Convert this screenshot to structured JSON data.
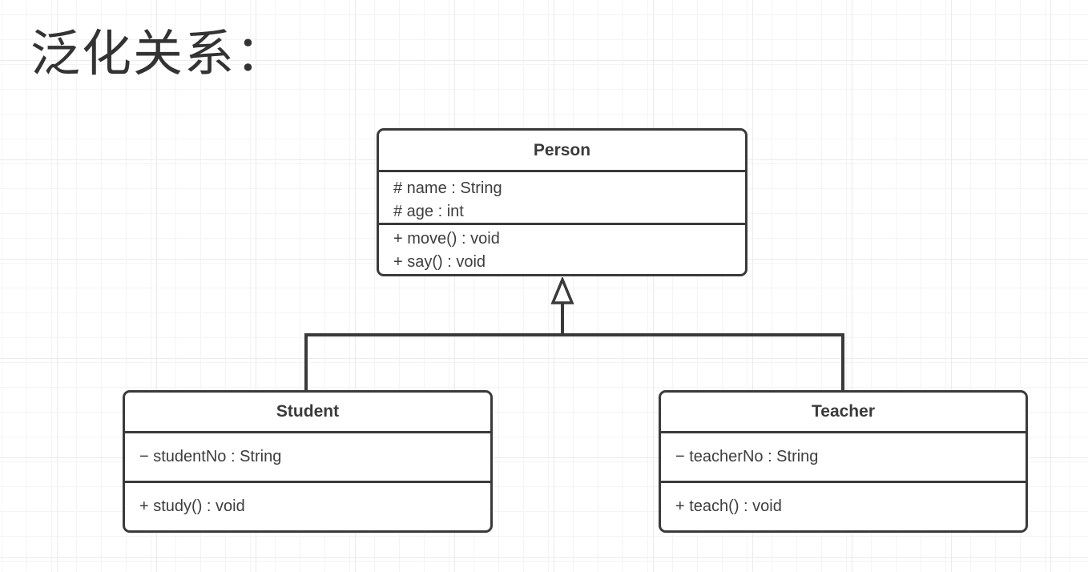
{
  "canvas": {
    "title": "泛化关系："
  },
  "diagram": {
    "relation": {
      "type": "generalization",
      "parent": "Person",
      "children": [
        "Student",
        "Teacher"
      ]
    },
    "classes": [
      {
        "name": "Person",
        "attributes": [
          "# name : String",
          "# age : int"
        ],
        "methods": [
          "+ move() : void",
          "+ say() : void"
        ]
      },
      {
        "name": "Student",
        "attributes": [
          "− studentNo : String"
        ],
        "methods": [
          "+ study() : void"
        ]
      },
      {
        "name": "Teacher",
        "attributes": [
          "− teacherNo : String"
        ],
        "methods": [
          "+ teach() : void"
        ]
      }
    ]
  },
  "colors": {
    "stroke": "#3a3a3a",
    "text": "#3d3d3d",
    "title_text": "#333333",
    "background": "#ffffff",
    "grid_minor": "#f4f4f4",
    "grid_major": "#ebebeb"
  }
}
